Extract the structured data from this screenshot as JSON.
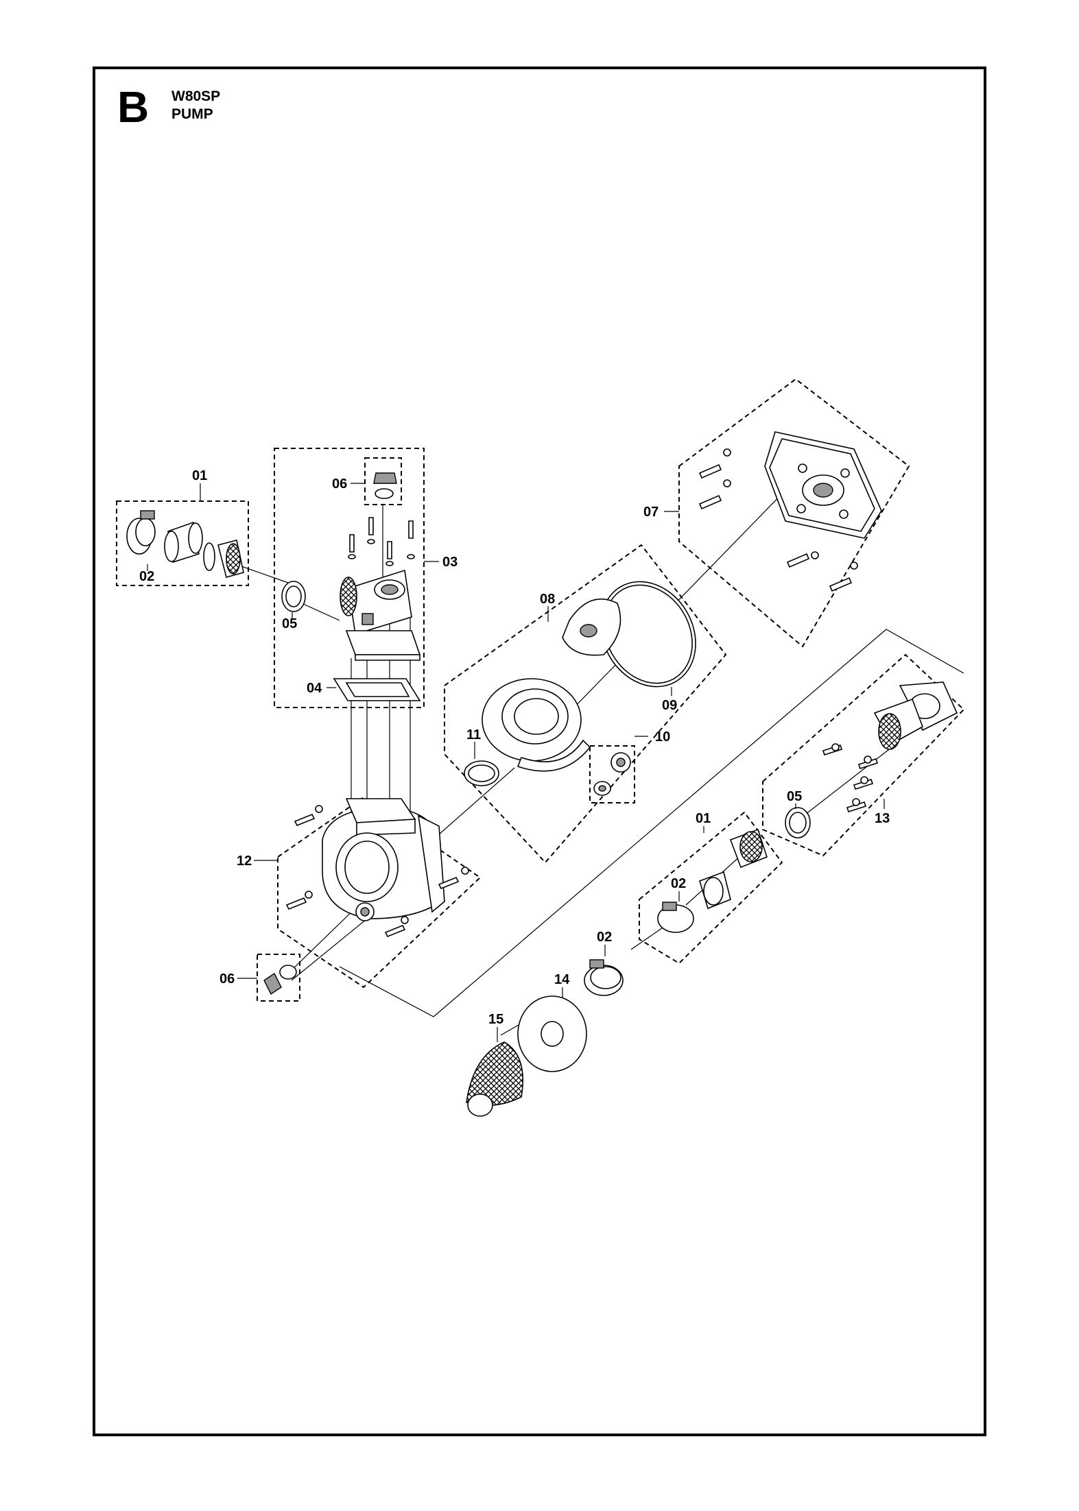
{
  "header": {
    "section_letter": "B",
    "model": "W80SP",
    "assembly": "PUMP"
  },
  "callouts": {
    "c01_top": "01",
    "c02_top": "02",
    "c03": "03",
    "c04": "04",
    "c05_left": "05",
    "c06_top": "06",
    "c06_bottom": "06",
    "c07": "07",
    "c08": "08",
    "c09": "09",
    "c10": "10",
    "c11": "11",
    "c12": "12",
    "c13": "13",
    "c05_right": "05",
    "c01_right": "01",
    "c02_right": "02",
    "c02_lower": "02",
    "c14": "14",
    "c15": "15"
  },
  "colors": {
    "line": "#000000",
    "background": "#ffffff",
    "shade": "#9a9a9a"
  }
}
